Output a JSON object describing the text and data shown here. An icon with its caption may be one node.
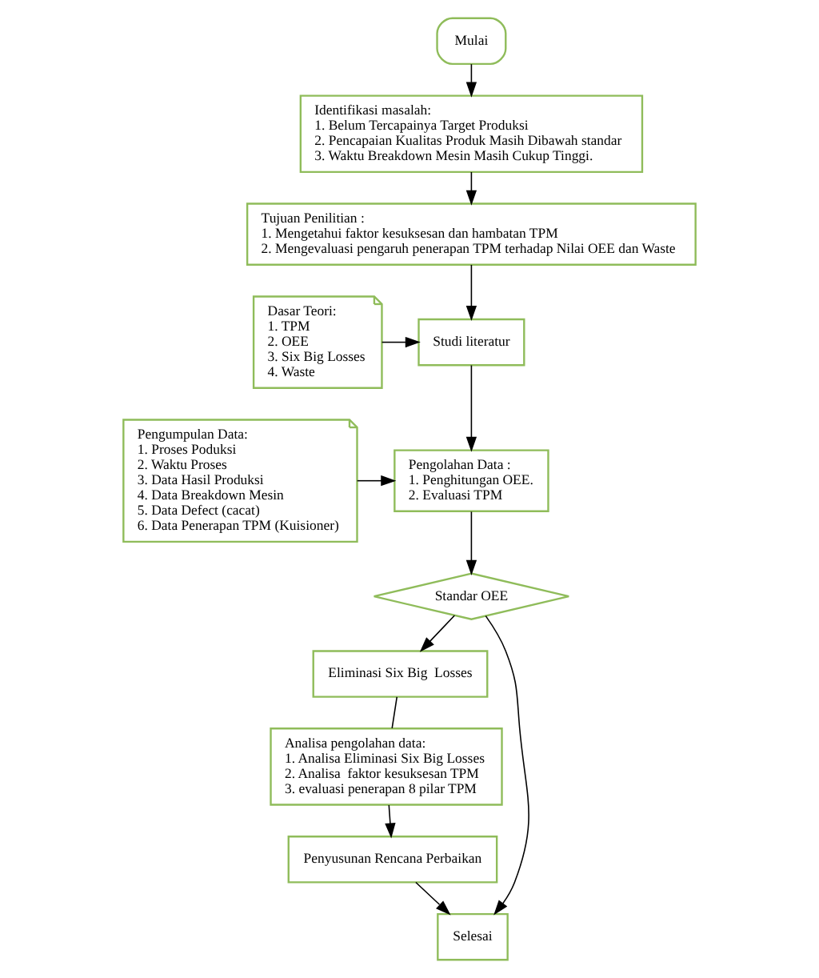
{
  "diagram": {
    "nodes": [
      {
        "text": [
          "Mulai"
        ]
      },
      {
        "text": [
          "Identifikasi masalah:",
          "1. Belum Tercapainya Target Produksi",
          "2. Pencapaian Kualitas Produk Masih Dibawah standar",
          "3. Waktu Breakdown Mesin Masih Cukup Tinggi."
        ]
      },
      {
        "text": [
          "Tujuan Penilitian :",
          "1. Mengetahui faktor kesuksesan dan hambatan TPM",
          "2. Mengevaluasi pengaruh penerapan TPM terhadap Nilai OEE dan Waste"
        ]
      },
      {
        "text": [
          "Dasar Teori:",
          "1. TPM",
          "2. OEE",
          "3. Six Big Losses",
          "4. Waste"
        ]
      },
      {
        "text": [
          "Studi literatur"
        ]
      },
      {
        "text": [
          "Pengumpulan Data:",
          "1. Proses Poduksi",
          "2. Waktu Proses",
          "3. Data Hasil Produksi",
          "4. Data Breakdown Mesin",
          "5. Data Defect (cacat)",
          "6. Data Penerapan TPM (Kuisioner)"
        ]
      },
      {
        "text": [
          "Pengolahan Data :",
          "1. Penghitungan OEE.",
          "2. Evaluasi TPM"
        ]
      },
      {
        "text": [
          "Standar OEE"
        ]
      },
      {
        "text": [
          "Eliminasi Six Big  Losses"
        ]
      },
      {
        "text": [
          "Analisa pengolahan data:",
          "1. Analisa Eliminasi Six Big Losses",
          "2. Analisa  faktor kesuksesan TPM",
          "3. evaluasi penerapan 8 pilar TPM"
        ]
      },
      {
        "text": [
          "Penyusunan Rencana Perbaikan"
        ]
      },
      {
        "text": [
          "Selesai"
        ]
      }
    ],
    "edges": [
      {
        "from": 0,
        "to": 1,
        "arrow": "to"
      },
      {
        "from": 1,
        "to": 2,
        "arrow": "to"
      },
      {
        "from": 2,
        "to": 4,
        "arrow": "to"
      },
      {
        "from": 3,
        "to": 4,
        "arrow": "to"
      },
      {
        "from": 4,
        "to": 6,
        "arrow": "to"
      },
      {
        "from": 5,
        "to": 6,
        "arrow": "to"
      },
      {
        "from": 6,
        "to": 7,
        "arrow": "to"
      },
      {
        "from": 7,
        "to": 11,
        "arrow": "to"
      },
      {
        "from": 7,
        "to": 8,
        "arrow": "to"
      },
      {
        "from": 8,
        "to": 9,
        "arrow": "none"
      },
      {
        "from": 9,
        "to": 10,
        "arrow": "to"
      },
      {
        "from": 10,
        "to": 11,
        "arrow": "to"
      }
    ]
  }
}
